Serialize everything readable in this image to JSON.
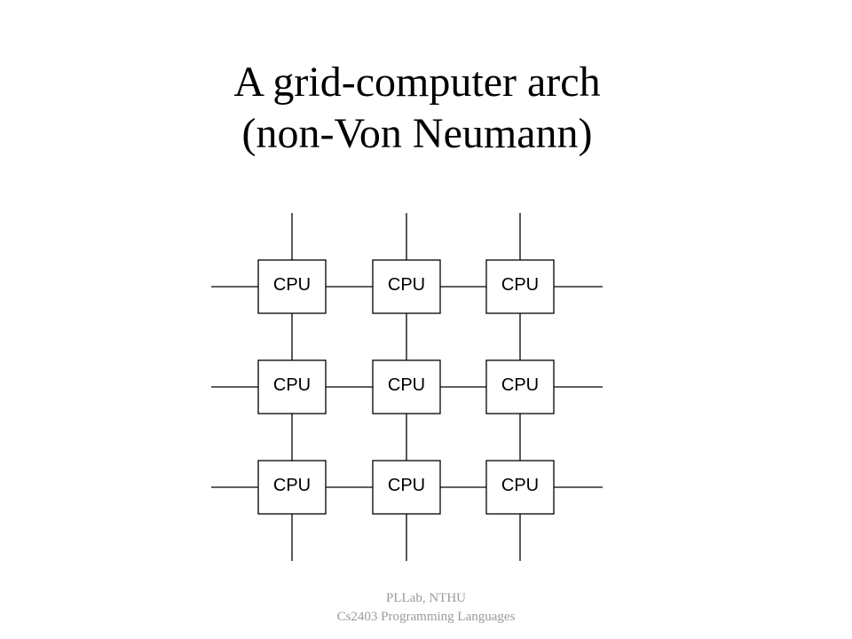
{
  "title": {
    "line1": "A grid-computer arch",
    "line2": "(non-Von Neumann)"
  },
  "diagram": {
    "rows": 3,
    "columns": 3,
    "node_label": "CPU",
    "line_color": "#000000"
  },
  "footer": {
    "line1": "PLLab, NTHU",
    "line2": "Cs2403 Programming Languages",
    "color": "#9a9a9a"
  }
}
